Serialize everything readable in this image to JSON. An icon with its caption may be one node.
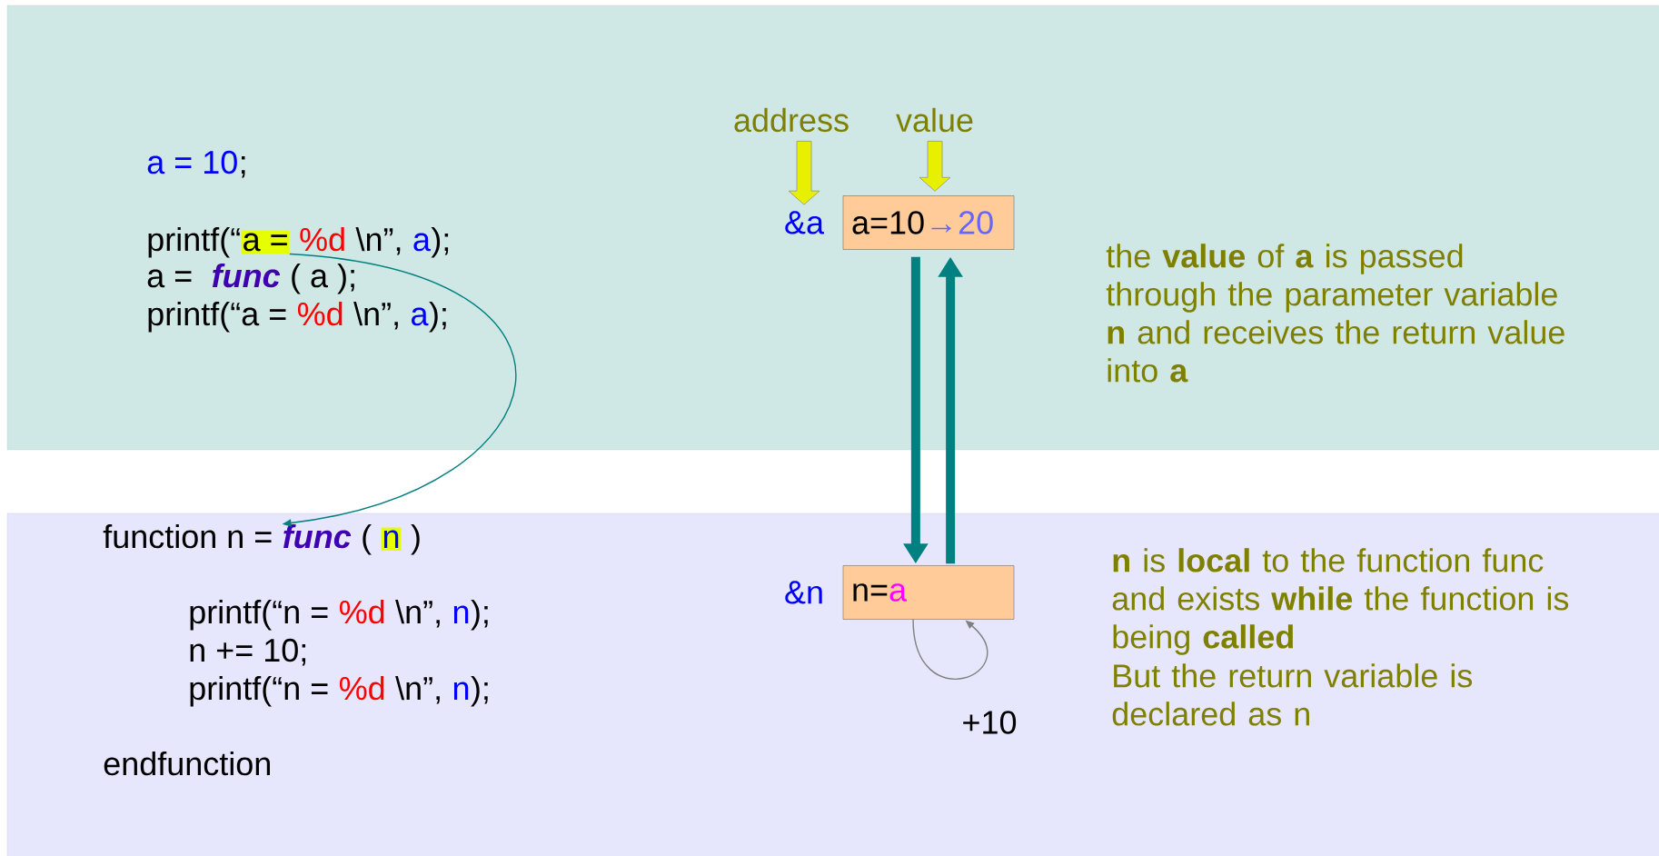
{
  "diagram": {
    "nodes": [
      {
        "text": [
          "address"
        ]
      },
      {
        "text": [
          "value"
        ]
      },
      {
        "text": [
          "&a"
        ]
      },
      {
        "text": [
          "a=10",
          "→20"
        ]
      },
      {
        "text": [
          "a ="
        ]
      },
      {
        "text": [
          "func"
        ]
      },
      {
        "text": [
          "n"
        ]
      },
      {
        "text": [
          "&n"
        ]
      },
      {
        "text": [
          "n=",
          "a"
        ]
      }
    ],
    "edges": [
      {
        "from": 0,
        "to": 2,
        "arrow": "to",
        "color": "#e6f000"
      },
      {
        "from": 1,
        "to": 3,
        "arrow": "to",
        "color": "#e6f000"
      },
      {
        "from": 3,
        "to": 8,
        "arrow": "to",
        "style": "thick"
      },
      {
        "from": 8,
        "to": 3,
        "arrow": "to",
        "style": "thick"
      },
      {
        "from": 8,
        "to": 8,
        "arrow": "to",
        "label": "+10",
        "color": "#808080"
      },
      {
        "from": 4,
        "to": 5,
        "arrow": "to"
      }
    ],
    "labels": [
      "a = 10",
      ";",
      "printf(“",
      "%d",
      "\\n”,",
      "a",
      ");",
      "a =",
      "func",
      "( a );",
      "printf(“a =",
      "%d",
      "\\n”,",
      "a",
      ");",
      "the **value** of **a** is passed through the parameter variable **n** and receives the return value into **a**",
      "function n =",
      "(",
      ")",
      "printf(“n =",
      "%d",
      "\\n”,",
      "n",
      ");",
      "n += 10;",
      "printf(“n =",
      "%d",
      "\\n”,",
      "n",
      ");",
      "endfunction",
      "**n** is **local** to the function func and exists **while** the function is being **called**",
      "But the return variable is declared as n"
    ]
  }
}
